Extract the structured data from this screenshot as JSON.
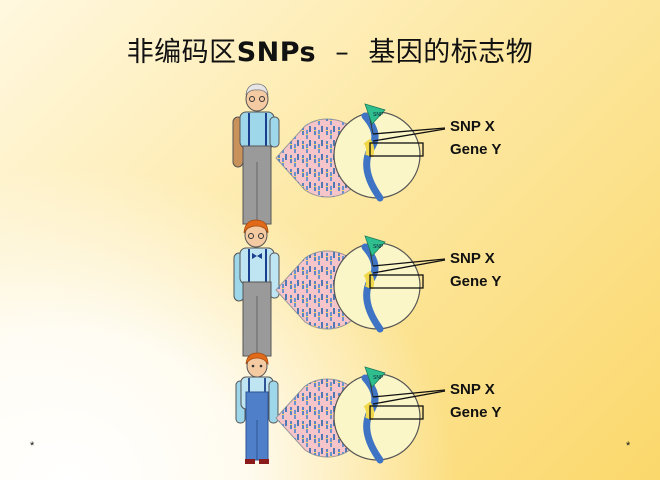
{
  "slide": {
    "title_prefix": "非编码区",
    "title_bold": "SNPs",
    "title_dash": "–",
    "title_suffix": "基因的标志物"
  },
  "rows": [
    {
      "person": "grandfather",
      "snp_label": "SNP X",
      "gene_label": "Gene Y",
      "flag_text": "SNP"
    },
    {
      "person": "father",
      "snp_label": "SNP X",
      "gene_label": "Gene Y",
      "flag_text": "SNP"
    },
    {
      "person": "child",
      "snp_label": "SNP X",
      "gene_label": "Gene Y",
      "flag_text": "SNP"
    }
  ],
  "footer": {
    "left_mark": "*",
    "right_mark": "*"
  },
  "colors": {
    "background": "#fde9a6",
    "chromosome_blue": "#4a7fc1",
    "gene_band": "#f0d84a",
    "snp_flag": "#2fbf8f",
    "nucleus_fill": "#f6c5c9",
    "zoom_circle": "#fbf6c8"
  }
}
